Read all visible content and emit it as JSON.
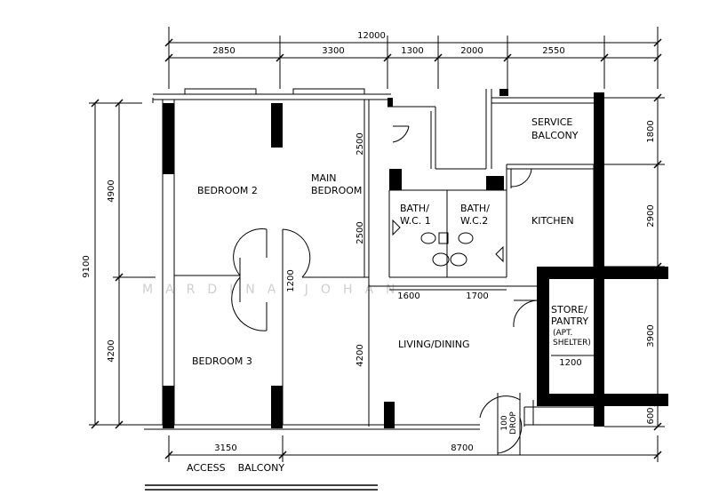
{
  "dimensions": {
    "top_total": "12000",
    "top_segments": [
      "2850",
      "3300",
      "1300",
      "2000",
      "2550"
    ],
    "left_total": "9100",
    "left_segments": [
      "4900",
      "4200"
    ],
    "left_inner_upper": "2500",
    "left_inner_lower": "2500",
    "inner_small": "1200",
    "living_vertical": "4200",
    "bath_widths": [
      "1600",
      "1700"
    ],
    "store_width": "1200",
    "right_segments": [
      "1800",
      "2900",
      "3900",
      "600"
    ],
    "bottom_segments": [
      "3150",
      "8700"
    ]
  },
  "rooms": {
    "bedroom2": "BEDROOM 2",
    "main_bedroom_line1": "MAIN",
    "main_bedroom_line2": "BEDROOM",
    "bedroom3": "BEDROOM 3",
    "bath1_line1": "BATH/",
    "bath1_line2": "W.C. 1",
    "bath2_line1": "BATH/",
    "bath2_line2": "W.C.2",
    "kitchen": "KITCHEN",
    "service_line1": "SERVICE",
    "service_line2": "BALCONY",
    "store_line1": "STORE/",
    "store_line2": "PANTRY",
    "store_line3": "(APT.",
    "store_line4": "SHELTER)",
    "living": "LIVING/DINING",
    "access_balcony": "ACCESS    BALCONY",
    "drop_line1": "100",
    "drop_line2": "DROP"
  },
  "watermark": "MARDINA JOHAN"
}
